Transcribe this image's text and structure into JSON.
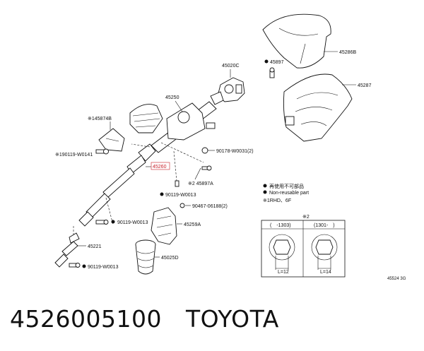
{
  "diagram": {
    "part_labels": {
      "p45286B": "45286B",
      "p45897": "45897",
      "p45020C": "45020C",
      "p45287": "45287",
      "p45250": "45250",
      "p145874B": "※145874B",
      "p90119_W0141": "※190119-W0141",
      "p45260": "45260",
      "p90178": "90178-W0031(2)",
      "p45897A": "※2 45897A",
      "p90119_W0013a": "90119-W0013",
      "p90467": "90467-06188(2)",
      "p90119_W0013b": "90119-W0013",
      "p45259A": "45259A",
      "p45221": "45221",
      "p45025D": "45025D",
      "p90119_W0013c": "90119-W0013"
    },
    "legend": {
      "line1": "再使用不可部品",
      "line2": "Non-reusable part",
      "line3": "※1RHD、6F"
    },
    "detail": {
      "title": "※2",
      "col1": "(　-1303)",
      "col2": "(1301-　)",
      "dim1": "L=12",
      "dim2": "L=14"
    },
    "ref_code": "45524 3G"
  },
  "footer": {
    "part_number": "4526005100",
    "brand": "TOYOTA"
  }
}
